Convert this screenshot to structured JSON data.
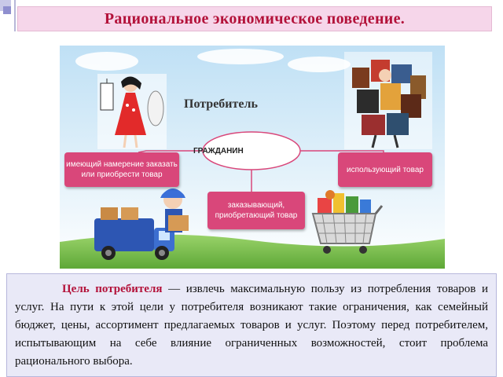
{
  "slide": {
    "title": "Рациональное экономическое поведение."
  },
  "diagram": {
    "consumer_label": "Потребитель",
    "citizens_label": "ГРАЖДАНИН",
    "box_intend": "имеющий намерение заказать или приобрести товар",
    "box_using": "использующий товар",
    "box_order": "заказывающий, приобретающий товар"
  },
  "body_text": {
    "highlight": "Цель потребителя",
    "rest": " — извлечь максимальную пользу из потребления товаров и услуг. На пути к этой цели у потребителя возникают такие ограничения, как семейный бюджет, цены, ассортимент предлагаемых товаров и услуг. Поэтому перед потребителем, испытывающим на себе влияние ограниченных возможностей, стоит проблема рационального выбора."
  },
  "colors": {
    "title_bg": "#f6d6ea",
    "title_text": "#b3123a",
    "box_pink": "#d9477a",
    "text_bg": "#e9e9f7"
  }
}
